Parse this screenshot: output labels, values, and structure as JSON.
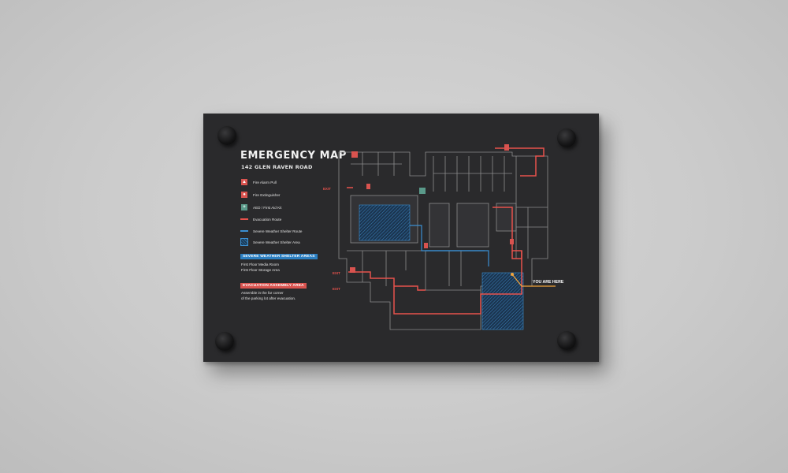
{
  "sign": {
    "title": "EMERGENCY MAP",
    "address": "142 GLEN RAVEN ROAD",
    "legend": [
      {
        "icon": "fire-alarm-pull-icon",
        "label": "Fire Alarm Pull"
      },
      {
        "icon": "fire-extinguisher-icon",
        "label": "Fire Extinguisher"
      },
      {
        "icon": "aed-first-aid-icon",
        "label": "AED / First Aid Kit"
      },
      {
        "icon": "evacuation-route-line-icon",
        "label": "Evacuation Route"
      },
      {
        "icon": "shelter-route-line-icon",
        "label": "Severe Weather Shelter Route"
      },
      {
        "icon": "shelter-area-hatch-icon",
        "label": "Severe Weather Shelter Area"
      }
    ],
    "shelter_heading": "SEVERE WEATHER SHELTER AREAS",
    "shelter_lines": [
      "First Floor Media Room",
      "First Floor Storage Area"
    ],
    "assembly_heading": "EVACUATION ASSEMBLY AREA",
    "assembly_lines": [
      "Assemble in the far corner",
      "of the parking lot after evacuation."
    ],
    "map": {
      "exit_label": "EXIT",
      "you_are_here": "YOU ARE HERE"
    },
    "colors": {
      "board": "#2a2a2c",
      "evacuation": "#e8524c",
      "shelter": "#3b8fd1",
      "you_are_here": "#f2a33a",
      "wall": "#cfcfcf"
    }
  }
}
